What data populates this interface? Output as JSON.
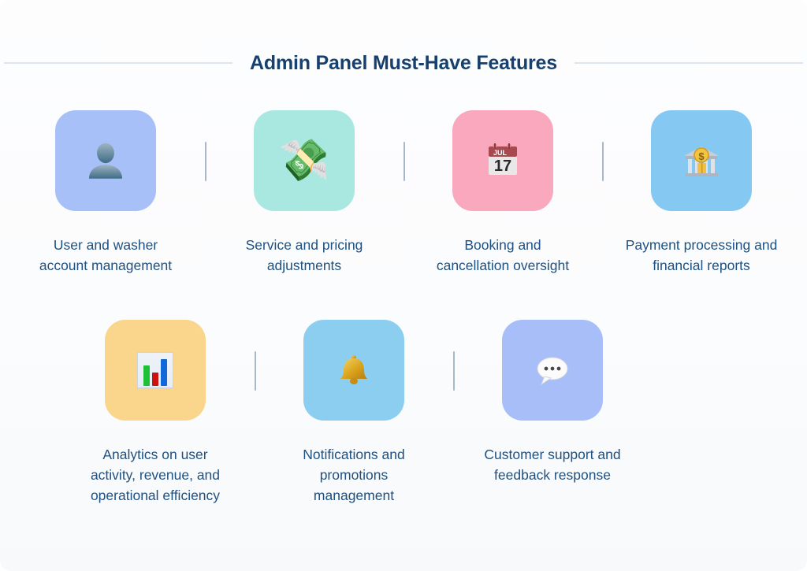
{
  "page": {
    "title": "Admin Panel Must-Have Features",
    "background_color": "#fbfcfd",
    "title_color": "#16406e",
    "caption_color": "#1f5080",
    "rule_color": "#dfe6ee",
    "divider_color": "#a9b8c9"
  },
  "rows": [
    {
      "cards": [
        {
          "label": "User and washer\naccount management",
          "icon": "person-bust-icon",
          "glyph": "",
          "tile_color": "#a8c0f8"
        },
        {
          "label": "Service and pricing\nadjustments",
          "icon": "money-with-wings-icon",
          "glyph": "💸",
          "tile_color": "#a9e8e0"
        },
        {
          "label": "Booking and\ncancellation oversight",
          "icon": "calendar-icon",
          "glyph": "📅",
          "tile_color": "#f9a8be"
        },
        {
          "label": "Payment processing and\nfinancial reports",
          "icon": "bank-icon",
          "glyph": "🏦",
          "tile_color": "#85c8f2"
        }
      ]
    },
    {
      "cards": [
        {
          "label": "Analytics on user\nactivity, revenue, and\noperational efficiency",
          "icon": "bar-chart-icon",
          "glyph": "📊",
          "tile_color": "#fad58c"
        },
        {
          "label": "Notifications and\npromotions\nmanagement",
          "icon": "bell-icon",
          "glyph": "🔔",
          "tile_color": "#8cceef"
        },
        {
          "label": "Customer support and\nfeedback response",
          "icon": "speech-balloon-icon",
          "glyph": "💬",
          "tile_color": "#a8bef8"
        }
      ]
    }
  ],
  "calendar_icon": {
    "month": "JUL",
    "day": "17"
  }
}
